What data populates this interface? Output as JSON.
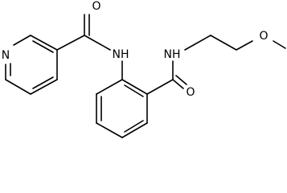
{
  "molecule": {
    "atom_labels": {
      "pyridine_n": "N",
      "amide1_o": "O",
      "amide1_nh": "NH",
      "amide2_o": "O",
      "amide2_nh": "NH",
      "ether_o": "O"
    }
  }
}
